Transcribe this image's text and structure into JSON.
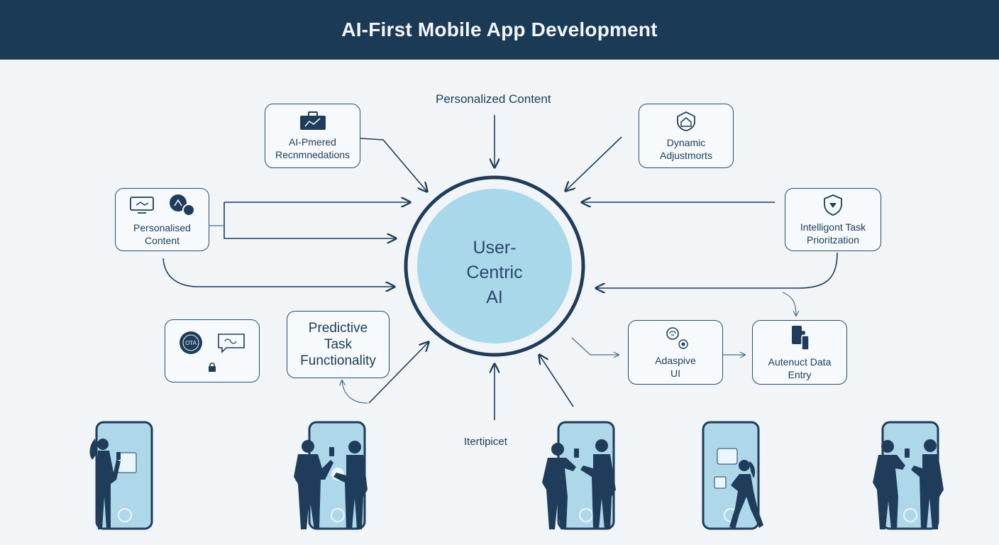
{
  "header": {
    "title": "AI-First Mobile App Development"
  },
  "center": {
    "line1": "User-",
    "line2": "Centric",
    "line3": "AI"
  },
  "top_label": "Personalized Content",
  "bottom_label": "Itertipicet",
  "nodes": {
    "recommendations": {
      "line1": "AI-Pmered",
      "line2": "Recnmnedations"
    },
    "dynamic": {
      "line1": "Dynamic",
      "line2": "Adjustmorts"
    },
    "personalised": {
      "line1": "Personalised",
      "line2": "Content"
    },
    "intelligent": {
      "line1": "Intelligont Task",
      "line2": "Prioritzation"
    },
    "predictive": {
      "line1": "Predictive",
      "line2": "Task",
      "line3": "Functionality"
    },
    "adaptive": {
      "line1": "Adaspive",
      "line2": "UI"
    },
    "autofill": {
      "line1": "Autenuct Data",
      "line2": "Entry"
    },
    "ota": {
      "badge": "OTA"
    }
  },
  "colors": {
    "header_bg": "#1b3a56",
    "background": "#f1f5f8",
    "accent_fill": "#a9d8ea",
    "stroke": "#1f3d5a",
    "screen": "#aed8ea"
  }
}
